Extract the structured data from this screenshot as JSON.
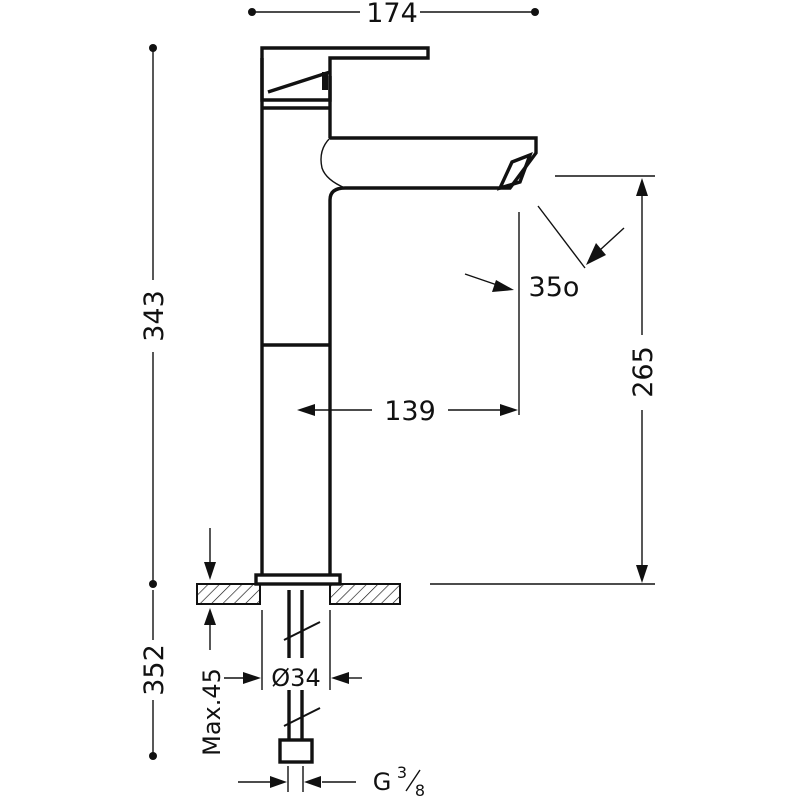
{
  "dimensions": {
    "width_top": "174",
    "total_height": "343",
    "spout_height": "265",
    "spout_reach": "139",
    "spout_angle": "35o",
    "total_with_hose": "352",
    "max_thickness": "Max.45",
    "hole_diameter": "Ø34",
    "thread_g": "G",
    "thread_num": "3",
    "thread_den": "8"
  }
}
